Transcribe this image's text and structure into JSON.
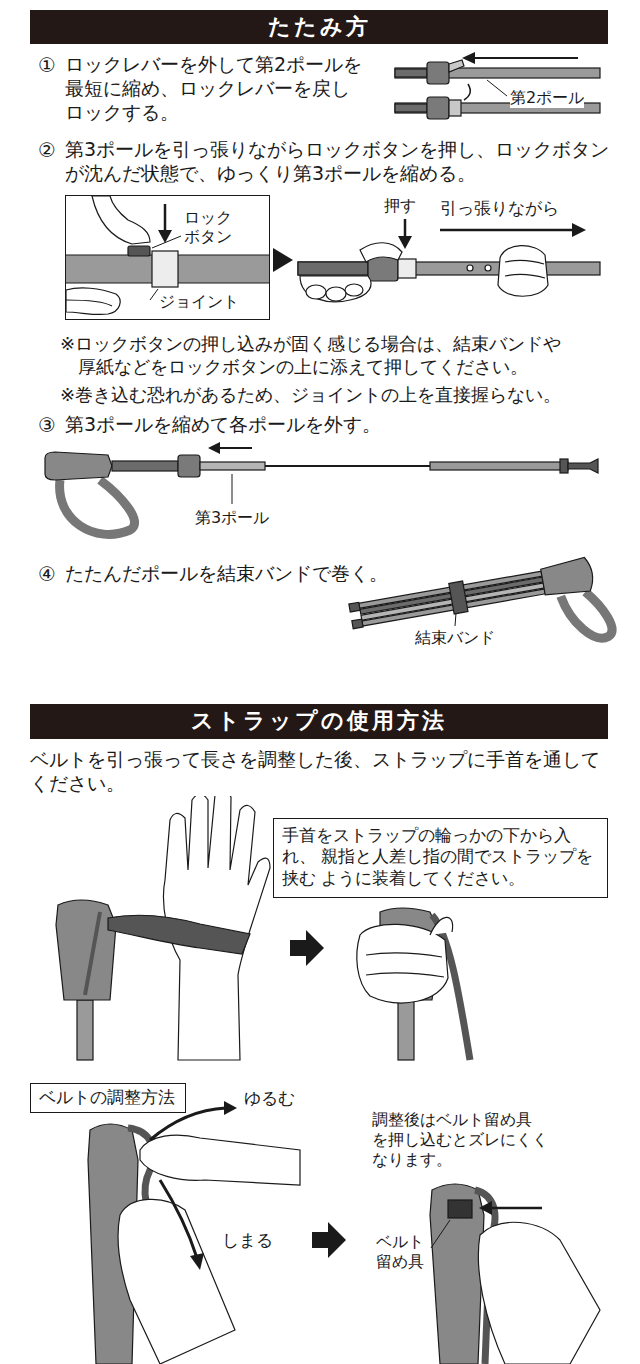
{
  "diagram": {
    "nodes": [
      {
        "text": [
          "たたみ方"
        ]
      },
      {
        "text": [
          "ロック ボタン",
          "ジョイント"
        ]
      },
      {
        "text": [
          "ストラップの使用方法"
        ]
      },
      {
        "text": [
          "手首をストラップの輪っかの下から入れ、 親指と人差し指の間でストラップを挟む ように装着してください。"
        ]
      },
      {
        "text": [
          "ベルトの調整方法"
        ]
      }
    ],
    "labels": [
      "①",
      "ロックレバーを外して第2ポールを 最短に縮め、ロックレバーを戻し ロックする。",
      "第2ポール",
      "②",
      "第3ポールを引っ張りながらロックボタンを押し、ロックボタン が沈んだ状態で、ゆっくり第3ポールを縮める。",
      "押す",
      "引っ張りながら",
      "※ロックボタンの押し込みが固く感じる場合は、結束バンドや 厚紙などをロックボタンの上に添えて押してください。",
      "※巻き込む恐れがあるため、ジョイントの上を直接握らない。",
      "③",
      "第3ポールを縮めて各ポールを外す。",
      "第3ポール",
      "④",
      "たたんだポールを結束バンドで巻く。",
      "結束バンド",
      "ベルトを引っ張って長さを調整した後、ストラップに手首を通して ください。",
      "ゆるむ",
      "しまる",
      "調整後はベルト留め具 を押し込むとズレにくく なります。",
      "ベルト 留め具"
    ]
  }
}
